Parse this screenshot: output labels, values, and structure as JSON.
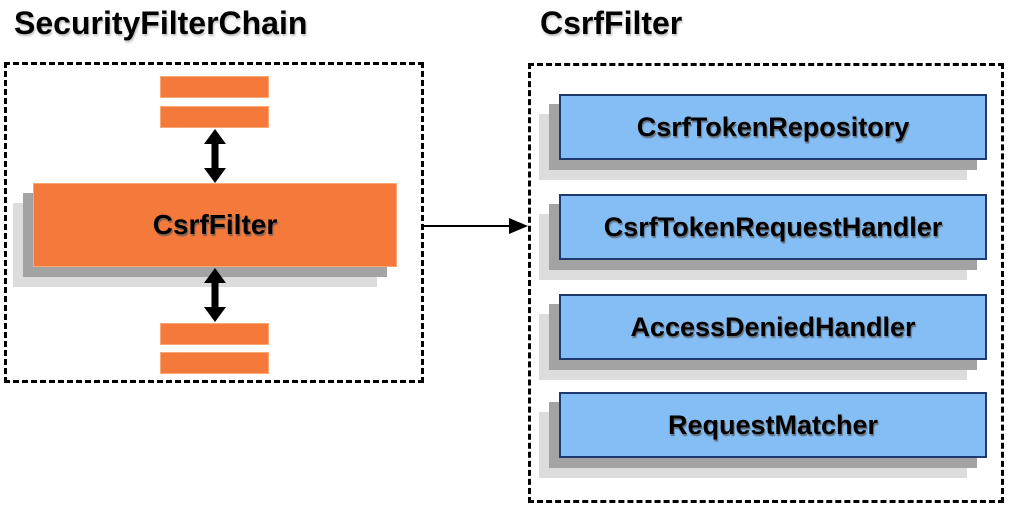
{
  "diagram": {
    "left": {
      "title": "SecurityFilterChain",
      "node_label": "CsrfFilter"
    },
    "right": {
      "title": "CsrfFilter",
      "components": [
        "CsrfTokenRepository",
        "CsrfTokenRequestHandler",
        "AccessDeniedHandler",
        "RequestMatcher"
      ]
    }
  },
  "icons": {
    "bidirectional_arrow": "double-headed-vertical-arrow",
    "flow_arrow": "right-arrow"
  },
  "colors": {
    "accent-orange": "#F4793B",
    "accent-orange-border": "#F9A873",
    "component-blue": "#85BEF4",
    "component-blue-border": "#1E3A70",
    "shadow-dark": "#A3A3A3",
    "shadow-light": "#DCDCDC",
    "outline-black": "#000000",
    "background": "#FFFFFF",
    "text": "#000000"
  }
}
